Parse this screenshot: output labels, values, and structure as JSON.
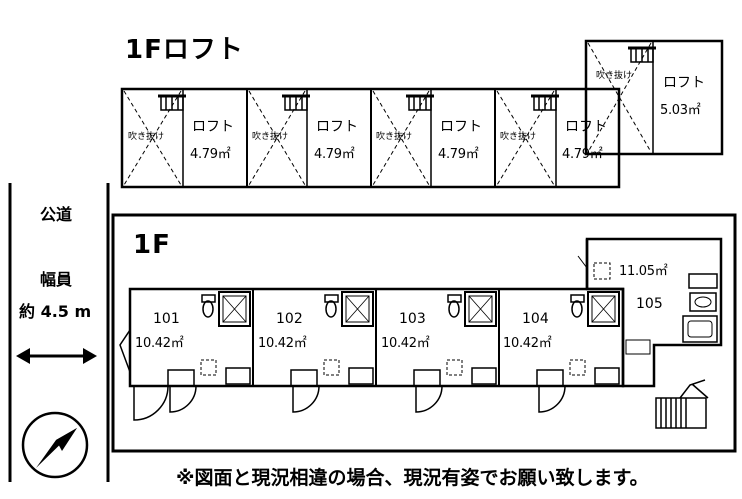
{
  "labels": {
    "loft_title": "1Fロフト",
    "floor_title": "1F",
    "road": "公道",
    "road_width_label": "幅員",
    "road_width_value": "約 4.5 m",
    "note": "※図面と現況相違の場合、現況有姿でお願い致します。"
  },
  "lofts": [
    {
      "void": "吹き抜け",
      "name": "ロフト",
      "area": "4.79㎡"
    },
    {
      "void": "吹き抜け",
      "name": "ロフト",
      "area": "4.79㎡"
    },
    {
      "void": "吹き抜け",
      "name": "ロフト",
      "area": "4.79㎡"
    },
    {
      "void": "吹き抜け",
      "name": "ロフト",
      "area": "4.79㎡"
    },
    {
      "void": "吹き抜け",
      "name": "ロフト",
      "area": "5.03㎡"
    }
  ],
  "units": [
    {
      "number": "101",
      "area": "10.42㎡"
    },
    {
      "number": "102",
      "area": "10.42㎡"
    },
    {
      "number": "103",
      "area": "10.42㎡"
    },
    {
      "number": "104",
      "area": "10.42㎡"
    },
    {
      "number": "105",
      "area": "11.05㎡"
    }
  ],
  "icons": {
    "compass": "north-arrow-icon",
    "road_width_arrow": "double-arrow-icon"
  }
}
